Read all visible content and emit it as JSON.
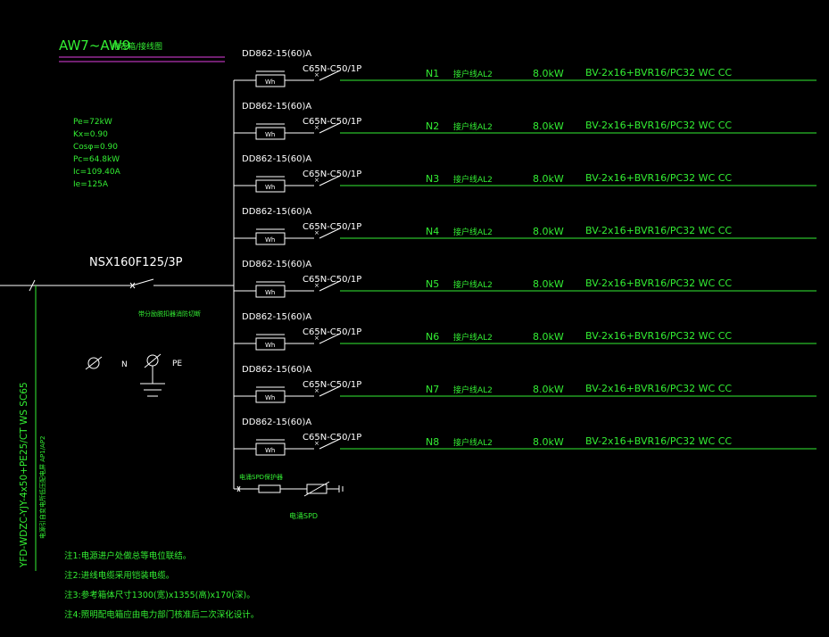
{
  "title": "AW7~AW9",
  "title_suffix": "电表箱/接线图",
  "params": [
    "Pe=72kW",
    "Kx=0.90",
    "Cosφ=0.90",
    "Pc=64.8kW",
    "Ic=109.40A",
    "Ie=125A"
  ],
  "main_breaker": "NSX160F125/3P",
  "main_breaker_note": "带分励脱扣器消防切断",
  "incoming_cable": "YFD-WDZC-YJY-4x50+PE25/CT WS SC65",
  "incoming_source": "电源引自变电所低压配电屏 AP1/AP2",
  "ground_labels": {
    "n": "N",
    "pe": "PE"
  },
  "meter_icon_label": "Wh",
  "circuits": [
    {
      "meter": "DD862-15(60)A",
      "breaker": "C65N-C50/1P",
      "id": "N1",
      "desc": "接户线AL2",
      "power": "8.0kW",
      "cable": "BV-2x16+BVR16/PC32 WC CC"
    },
    {
      "meter": "DD862-15(60)A",
      "breaker": "C65N-C50/1P",
      "id": "N2",
      "desc": "接户线AL2",
      "power": "8.0kW",
      "cable": "BV-2x16+BVR16/PC32 WC CC"
    },
    {
      "meter": "DD862-15(60)A",
      "breaker": "C65N-C50/1P",
      "id": "N3",
      "desc": "接户线AL2",
      "power": "8.0kW",
      "cable": "BV-2x16+BVR16/PC32 WC CC"
    },
    {
      "meter": "DD862-15(60)A",
      "breaker": "C65N-C50/1P",
      "id": "N4",
      "desc": "接户线AL2",
      "power": "8.0kW",
      "cable": "BV-2x16+BVR16/PC32 WC CC"
    },
    {
      "meter": "DD862-15(60)A",
      "breaker": "C65N-C50/1P",
      "id": "N5",
      "desc": "接户线AL2",
      "power": "8.0kW",
      "cable": "BV-2x16+BVR16/PC32 WC CC"
    },
    {
      "meter": "DD862-15(60)A",
      "breaker": "C65N-C50/1P",
      "id": "N6",
      "desc": "接户线AL2",
      "power": "8.0kW",
      "cable": "BV-2x16+BVR16/PC32 WC CC"
    },
    {
      "meter": "DD862-15(60)A",
      "breaker": "C65N-C50/1P",
      "id": "N7",
      "desc": "接户线AL2",
      "power": "8.0kW",
      "cable": "BV-2x16+BVR16/PC32 WC CC"
    },
    {
      "meter": "DD862-15(60)A",
      "breaker": "C65N-C50/1P",
      "id": "N8",
      "desc": "接户线AL2",
      "power": "8.0kW",
      "cable": "BV-2x16+BVR16/PC32 WC CC"
    }
  ],
  "spd_label": "电涌SPD保护器",
  "spd_name": "电涌SPD",
  "notes": [
    "注1:电源进户处做总等电位联结。",
    "注2:进线电缆采用铠装电缆。",
    "注3:参考箱体尺寸1300(宽)x1355(高)x170(深)。",
    "注4:照明配电箱应由电力部门核准后二次深化设计。"
  ]
}
